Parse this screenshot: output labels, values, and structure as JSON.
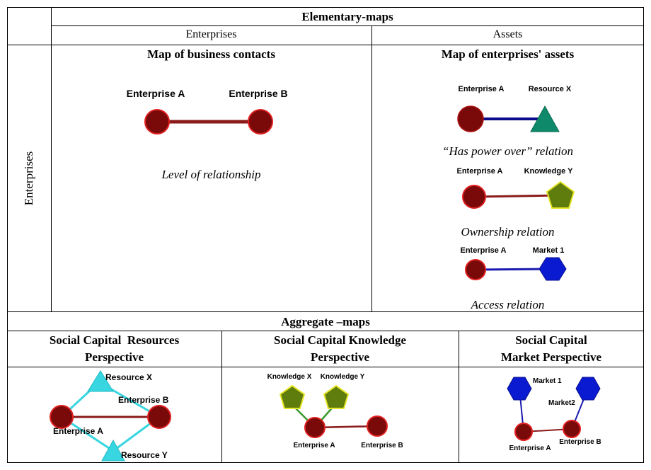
{
  "header": {
    "elementary_title": "Elementary-maps",
    "col_enterprises": "Enterprises",
    "col_assets": "Assets",
    "row_enterprises": "Enterprises",
    "aggregate_title": "Aggregate –maps"
  },
  "business_contacts": {
    "title": "Map of business contacts",
    "node_a": "Enterprise A",
    "node_b": "Enterprise B",
    "relation": "Level of relationship"
  },
  "enterprise_assets": {
    "title": "Map of enterprises' assets",
    "power": {
      "node_a": "Enterprise A",
      "node_b": "Resource X",
      "relation": "“Has power over” relation"
    },
    "ownership": {
      "node_a": "Enterprise A",
      "node_b": "Knowledge Y",
      "relation": "Ownership relation"
    },
    "access": {
      "node_a": "Enterprise A",
      "node_b": "Market 1",
      "relation": "Access relation"
    }
  },
  "resources_perspective": {
    "title_line1": "Social Capital  Resources",
    "title_line2": "Perspective",
    "resource_x": "Resource X",
    "enterprise_b": "Enterprise B",
    "enterprise_a": "Enterprise A",
    "resource_y": "Resource Y"
  },
  "knowledge_perspective": {
    "title_line1": "Social Capital Knowledge",
    "title_line2": "Perspective",
    "knowledge_x": "Knowledge X",
    "knowledge_y": "Knowledge Y",
    "enterprise_a": "Enterprise A",
    "enterprise_b": "Enterprise B"
  },
  "market_perspective": {
    "title_line1": "Social Capital",
    "title_line2": "Market Perspective",
    "market_1": "Market 1",
    "market_2": "Market2",
    "enterprise_a": "Enterprise A",
    "enterprise_b": "Enterprise B"
  },
  "colors": {
    "enterprise_fill": "#7a0a0a",
    "enterprise_stroke": "#e02020",
    "enterprise_link": "#8b1a1a",
    "power_link": "#0a0a8a",
    "resource_fill": "#0e8a6a",
    "knowledge_fill": "#5f7d0c",
    "knowledge_stroke": "#e6e62a",
    "market_fill": "#0a1ad0",
    "cyan": "#37d6e0",
    "green_link": "#3a9a2a"
  }
}
